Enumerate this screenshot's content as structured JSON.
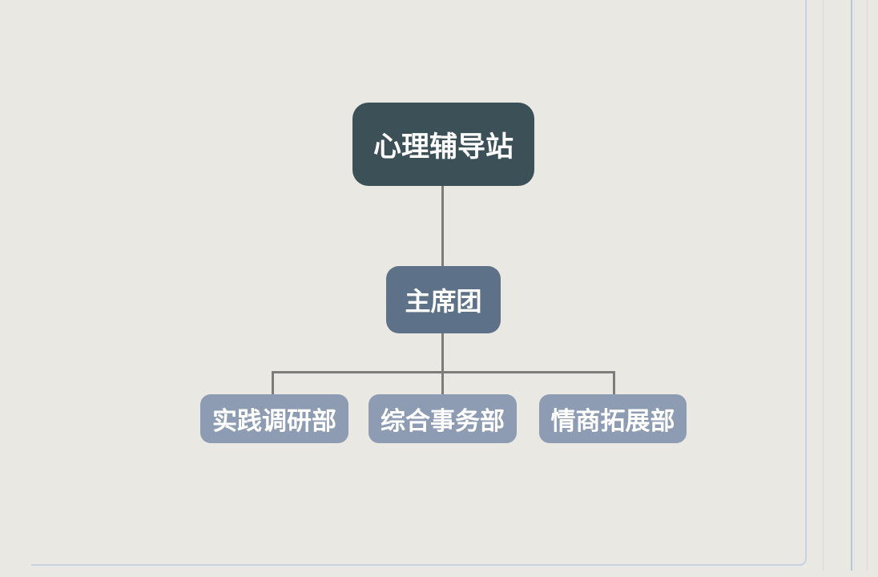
{
  "slide": {
    "background_color": "#e9e8e3",
    "decor": {
      "frame_line_color": "#c9d2dd",
      "accent_line_color": "#b9c6d8",
      "thin_line_color": "#d6dade"
    }
  },
  "org_chart": {
    "type": "org-chart",
    "connector_color": "#7c7c7a",
    "text_color": "#ffffff",
    "root": {
      "label": "心理辅导站",
      "fill": "#3c5058"
    },
    "middle": {
      "label": "主席团",
      "fill": "#5d7288"
    },
    "children": [
      {
        "label": "实践调研部",
        "fill": "#8d9cb3"
      },
      {
        "label": "综合事务部",
        "fill": "#8d9cb3"
      },
      {
        "label": "情商拓展部",
        "fill": "#8d9cb3"
      }
    ]
  }
}
